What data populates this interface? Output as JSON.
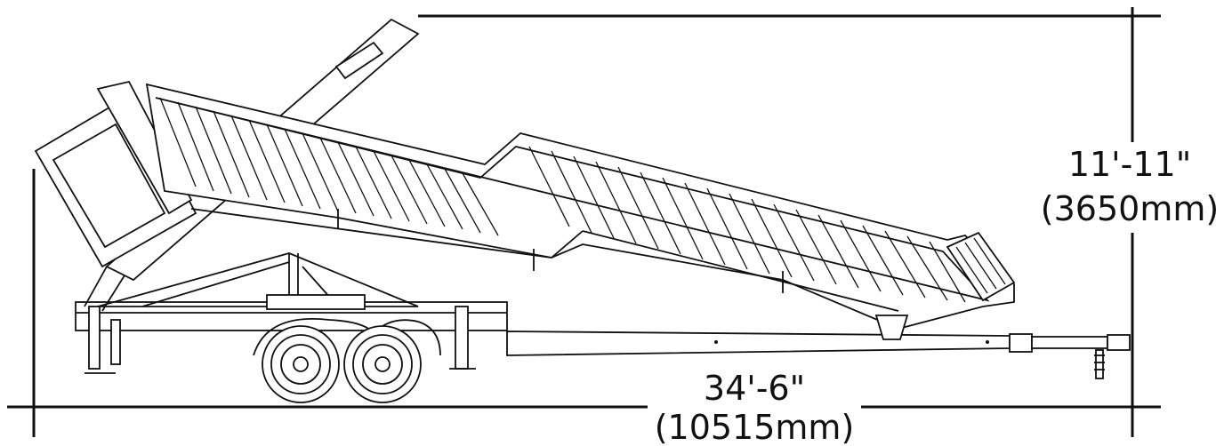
{
  "dimensions": {
    "height": {
      "imperial": "11'-11\"",
      "metric": "(3650mm)"
    },
    "length": {
      "imperial": "34'-6\"",
      "metric": "(10515mm)"
    }
  }
}
